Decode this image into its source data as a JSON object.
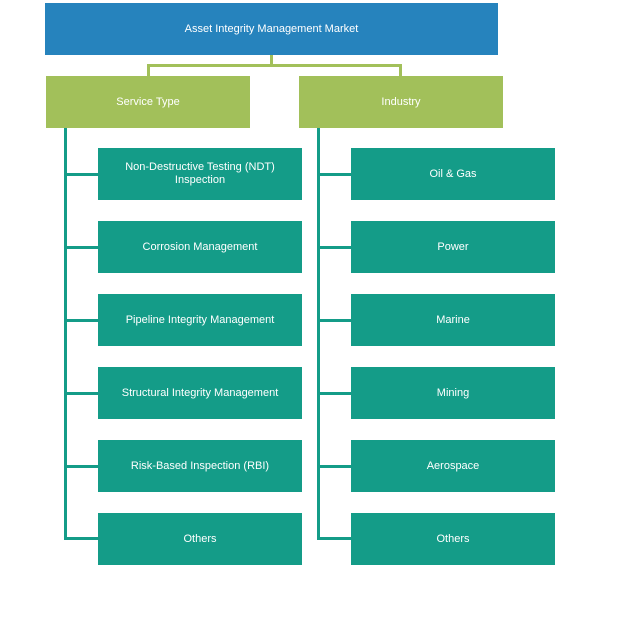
{
  "root": {
    "label": "Asset Integrity Management Market"
  },
  "categories": [
    {
      "label": "Service Type",
      "items": [
        "Non-Destructive Testing (NDT) Inspection",
        "Corrosion Management",
        "Pipeline Integrity Management",
        "Structural Integrity Management",
        "Risk-Based Inspection (RBI)",
        "Others"
      ]
    },
    {
      "label": "Industry",
      "items": [
        "Oil & Gas",
        "Power",
        "Marine",
        "Mining",
        "Aerospace",
        "Others"
      ]
    }
  ],
  "colors": {
    "root": "#2683bd",
    "category": "#a2c05a",
    "leaf": "#149c88",
    "text": "#ffffff"
  }
}
